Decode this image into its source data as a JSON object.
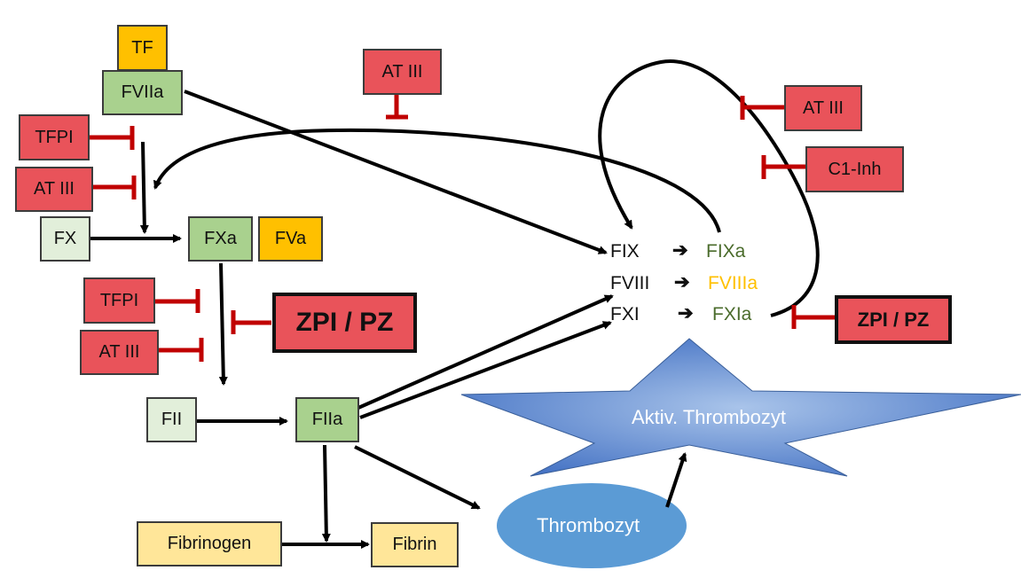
{
  "nodes": {
    "tf": "TF",
    "fviia": "FVIIa",
    "fx": "FX",
    "fxa": "FXa",
    "fva": "FVa",
    "fii": "FII",
    "fiia": "FIIa",
    "fibrinogen": "Fibrinogen",
    "fibrin": "Fibrin",
    "thrombozyt": "Thrombozyt",
    "aktiv_thrombozyt": "Aktiv. Thrombozyt"
  },
  "intrinsic": {
    "fix": "FIX",
    "fixa": "FIXa",
    "fviii": "FVIII",
    "fviiia": "FVIIIa",
    "fxi": "FXI",
    "fxia": "FXIa",
    "arrow": "➔"
  },
  "inhibitors": {
    "tfpi_1": "TFPI",
    "at3_1": "AT III",
    "tfpi_2": "TFPI",
    "at3_2": "AT III",
    "zpi_pz_1": "ZPI / PZ",
    "at3_top": "AT III",
    "at3_right": "AT III",
    "c1_inh": "C1-Inh",
    "zpi_pz_2": "ZPI / PZ"
  },
  "colors": {
    "inhibitor": "#e9535a",
    "active_factor": "#a9d18e",
    "inactive_factor": "#e2efda",
    "cofactor": "#ffc000",
    "fibrin": "#ffe699",
    "inhibition_line": "#c00000",
    "platelet": "#5b9bd5",
    "activated_platelet": "#4472c4"
  }
}
